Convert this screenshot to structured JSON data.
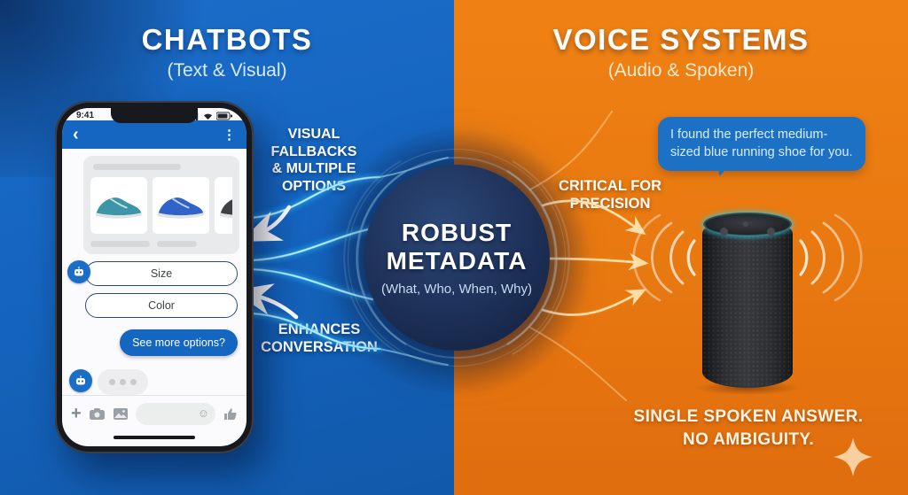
{
  "left": {
    "title": "CHATBOTS",
    "subtitle": "(Text & Visual)",
    "callout_top": {
      "lines": [
        "VISUAL",
        "FALLBACKS",
        "& MULTIPLE",
        "OPTIONS"
      ]
    },
    "callout_bottom": {
      "lines": [
        "ENHANCES",
        "CONVERSATION"
      ]
    }
  },
  "center": {
    "line1": "ROBUST",
    "line2": "METADATA",
    "subtitle": "(What, Who, When, Why)"
  },
  "right": {
    "title": "VOICE SYSTEMS",
    "subtitle": "(Audio & Spoken)",
    "callout": {
      "lines": [
        "CRITICAL FOR",
        "PRECISION"
      ]
    },
    "speech_bubble": "I found the perfect medium-sized blue running shoe for you.",
    "bottom": {
      "lines": [
        "SINGLE SPOKEN ANSWER.",
        "NO AMBIGUITY."
      ]
    }
  },
  "phone": {
    "status_time": "9:41",
    "icons": {
      "back": "‹",
      "menu": "⋮",
      "plus": "+",
      "smiley": "☺"
    },
    "chat": {
      "quick_replies": [
        "Size",
        "Color"
      ],
      "user_message": "See more options?",
      "shoe_cards": [
        "teal-running-shoe",
        "blue-running-shoe",
        "dark-running-shoe"
      ]
    }
  },
  "colors": {
    "blue_bg": "#1565c0",
    "orange_bg": "#e87810",
    "hub_navy": "#1d3057",
    "bubble_blue": "#1d71c4",
    "stream_blue": "#4fc9ff",
    "stream_orange": "#ffc879",
    "echo_ring_teal": "#38c4d6"
  }
}
